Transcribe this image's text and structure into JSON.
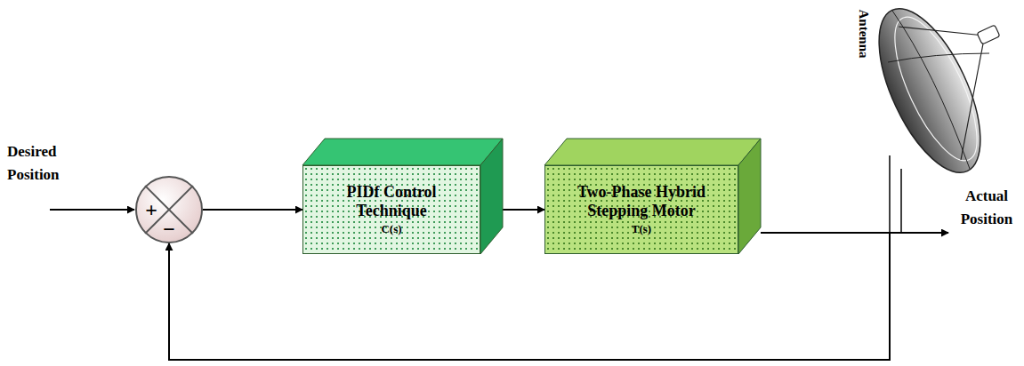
{
  "diagram": {
    "nodes": [
      {
        "text": [
          "+",
          "−"
        ]
      },
      {
        "text": [
          "PIDf Control Technique",
          "C(s)"
        ]
      },
      {
        "text": [
          "Two-Phase Hybrid Stepping Motor",
          "T(s)"
        ]
      }
    ],
    "edges": [
      {
        "from": 0,
        "to": 1,
        "arrow": "to"
      },
      {
        "from": 1,
        "to": 2,
        "arrow": "to"
      },
      {
        "from": 2,
        "to": 0,
        "arrow": "to"
      }
    ],
    "labels": [
      "Desired Position",
      "Antenna",
      "Actual Position"
    ]
  }
}
